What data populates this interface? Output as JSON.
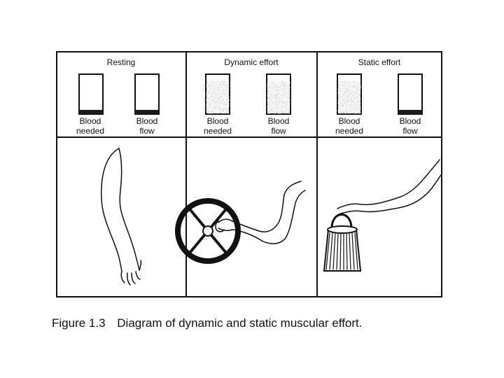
{
  "panels": [
    {
      "title": "Resting",
      "jars": [
        {
          "label_1": "Blood",
          "label_2": "needed",
          "fill": 0.1,
          "stipple": false
        },
        {
          "label_1": "Blood",
          "label_2": "flow",
          "fill": 0.1,
          "stipple": false
        }
      ]
    },
    {
      "title": "Dynamic effort",
      "jars": [
        {
          "label_1": "Blood",
          "label_2": "needed",
          "fill": 0.82,
          "stipple": true
        },
        {
          "label_1": "Blood",
          "label_2": "flow",
          "fill": 0.82,
          "stipple": true
        }
      ]
    },
    {
      "title": "Static effort",
      "jars": [
        {
          "label_1": "Blood",
          "label_2": "needed",
          "fill": 0.82,
          "stipple": true
        },
        {
          "label_1": "Blood",
          "label_2": "flow",
          "fill": 0.1,
          "stipple": false
        }
      ]
    }
  ],
  "caption": {
    "number": "Figure 1.3",
    "text": "Diagram of dynamic and static muscular effort."
  },
  "colors": {
    "ink": "#111111",
    "paper": "#ffffff",
    "blood": "#1a1a1a"
  }
}
